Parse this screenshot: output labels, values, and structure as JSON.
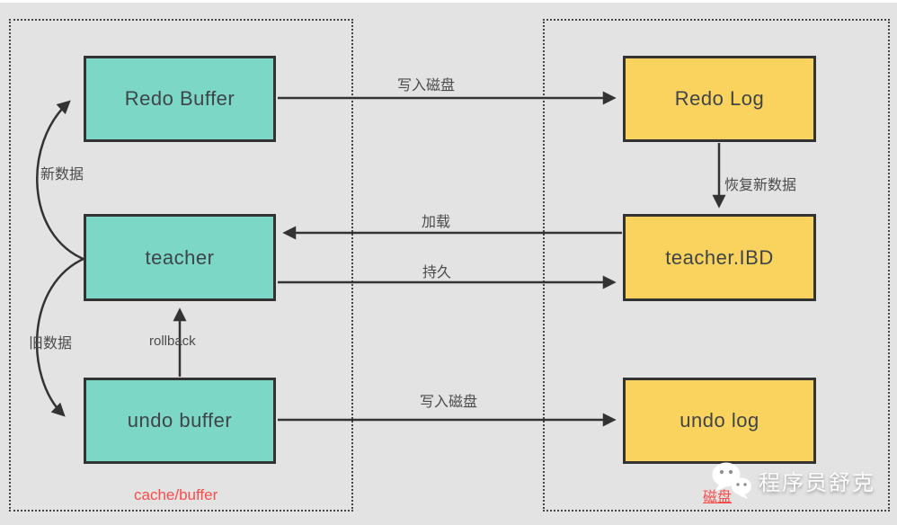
{
  "colors": {
    "background": "#e4e3e3",
    "node_teal": "#7cd7c6",
    "node_yellow": "#fad35e",
    "node_border": "#333333",
    "arrow": "#333333",
    "region_border": "#454545",
    "region_label_red": "#fb4b4b",
    "edge_label_gray": "#4b4b4b",
    "watermark_text_color": "#fdfdfd"
  },
  "regions": {
    "cache": {
      "label": "cache/buffer"
    },
    "disk": {
      "label": "磁盘"
    }
  },
  "nodes": {
    "redo_buffer": {
      "label": "Redo Buffer"
    },
    "teacher": {
      "label": "teacher"
    },
    "undo_buffer": {
      "label": "undo buffer"
    },
    "redo_log": {
      "label": "Redo Log"
    },
    "teacher_ibd": {
      "label": "teacher.IBD"
    },
    "undo_log": {
      "label": "undo log"
    }
  },
  "edges": {
    "write_disk_top": {
      "label": "写入磁盘",
      "from": "redo_buffer",
      "to": "redo_log"
    },
    "restore_new_data": {
      "label": "恢复新数据",
      "from": "redo_log",
      "to": "teacher_ibd"
    },
    "load": {
      "label": "加载",
      "from": "teacher_ibd",
      "to": "teacher"
    },
    "persist": {
      "label": "持久",
      "from": "teacher",
      "to": "teacher_ibd"
    },
    "write_disk_bottom": {
      "label": "写入磁盘",
      "from": "undo_buffer",
      "to": "undo_log"
    },
    "new_data": {
      "label": "新数据",
      "from": "teacher",
      "to": "redo_buffer"
    },
    "old_data": {
      "label": "旧数据",
      "from": "teacher",
      "to": "undo_buffer"
    },
    "rollback": {
      "label": "rollback",
      "from": "undo_buffer",
      "to": "teacher"
    }
  },
  "watermark": {
    "text": "程序员舒克"
  }
}
